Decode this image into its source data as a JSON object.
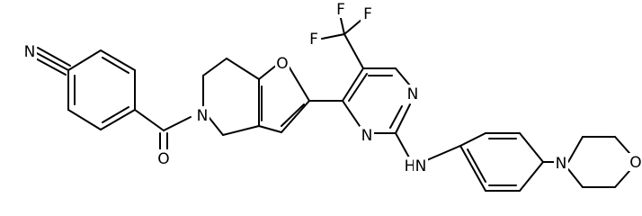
{
  "colors": {
    "background": "#ffffff",
    "ink": "#000000"
  },
  "atoms": {
    "nitrile_n": "N",
    "carbonyl_o": "O",
    "amide_n": "N",
    "furan_o": "O",
    "f_top": "F",
    "f_left": "F",
    "f_right": "F",
    "pyrimidine_n1": "N",
    "pyrimidine_n3": "N",
    "amine_n": "N",
    "amine_h": "H",
    "morpholine_n": "N",
    "morpholine_o": "O"
  }
}
